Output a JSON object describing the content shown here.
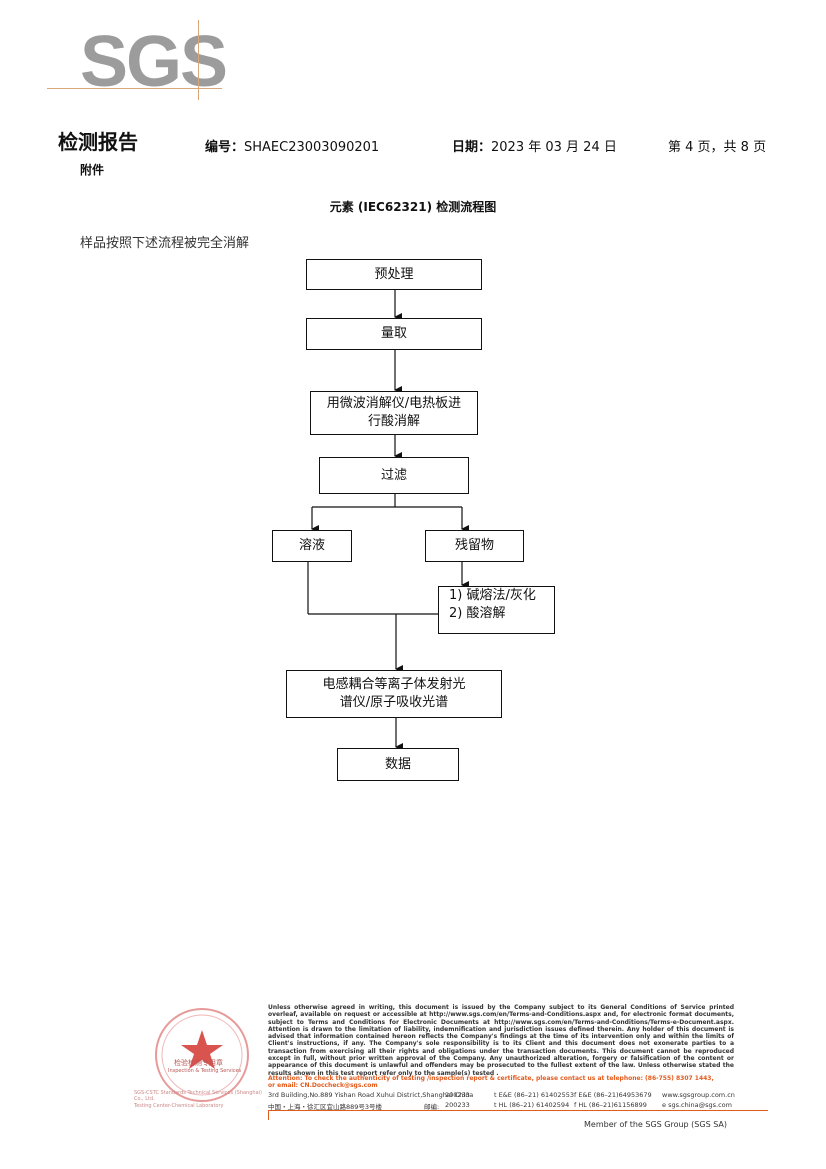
{
  "header": {
    "logo": "SGS",
    "report_title": "检测报告",
    "number_label": "编号：",
    "number_value": "SHAEC23003090201",
    "date_label": "日期：",
    "date_value": "2023 年 03 月 24 日",
    "page_info": "第 4 页，共 8 页",
    "attachment": "附件"
  },
  "main": {
    "flow_title": "元素 (IEC62321) 检测流程图",
    "intro": "样品按照下述流程被完全消解",
    "steps": {
      "pretreat": "预处理",
      "measure": "量取",
      "digest_l1": "用微波消解仪/电热板进",
      "digest_l2": "行酸消解",
      "filter": "过滤",
      "solution": "溶液",
      "residue": "残留物",
      "alkali_l1": "1) 碱熔法/灰化",
      "alkali_l2": "2) 酸溶解",
      "icp_l1": "电感耦合等离子体发射光",
      "icp_l2": "谱仪/原子吸收光谱",
      "data": "数据"
    }
  },
  "footer": {
    "disclaimer": "Unless otherwise agreed in writing, this document is issued by the Company subject to its General Conditions of Service printed overleaf, available on request or accessible at http://www.sgs.com/en/Terms-and-Conditions.aspx and, for electronic format documents, subject to Terms and Conditions for Electronic Documents at http://www.sgs.com/en/Terms-and-Conditions/Terms-e-Document.aspx. Attention is drawn to the limitation of liability, indemnification and jurisdiction issues defined therein. Any holder of this document is advised that information contained hereon reflects the Company's findings at the time of its intervention only and within the limits of Client's instructions, if any. The Company's sole responsibility is to its Client and this document does not exonerate parties to a transaction from exercising all their rights and obligations under the transaction documents. This document cannot be reproduced except in full, without prior written approval of the Company. Any unauthorized alteration, forgery or falsification of the content or appearance of this document is unlawful and offenders may be prosecuted to the fullest extent of the law. Unless otherwise stated the results shown in this test report refer only to the sample(s) tested .",
    "attention_l1": "Attention: To check the authenticity of testing /inspection report & certificate, please contact us at telephone: (86-755) 8307 1443,",
    "attention_l2": "or email: CN.Doccheck@sgs.com",
    "address_en": "3rd Building,No.889 Yishan Road Xuhui District,Shanghai China",
    "postcode_en": "200233",
    "tel_en": "t E&E (86–21) 61402553",
    "fax_en": "f E&E (86–21)64953679",
    "web": "www.sgsgroup.com.cn",
    "address_cn": "中国・上海・徐汇区宜山路889号3号楼",
    "postcode_cn_label": "邮编:",
    "postcode_cn": "200233",
    "tel_cn": "t HL (86–21) 61402594",
    "fax_cn": "f HL (86–21)61156899",
    "email": "e sgs.china@sgs.com",
    "member": "Member of the SGS Group (SGS SA)",
    "seal_left_l1": "SGS-CSTC Standards Technical Services (Shanghai) Co., Ltd.",
    "seal_left_l2": "Testing Center-Chemical Laboratory",
    "seal_center": "检验检测专用章",
    "seal_sub": "Inspection & Testing Services"
  },
  "colors": {
    "accent": "#e35a1c",
    "logo_gray": "#9c9c9c",
    "seal_red": "#d9534f"
  }
}
